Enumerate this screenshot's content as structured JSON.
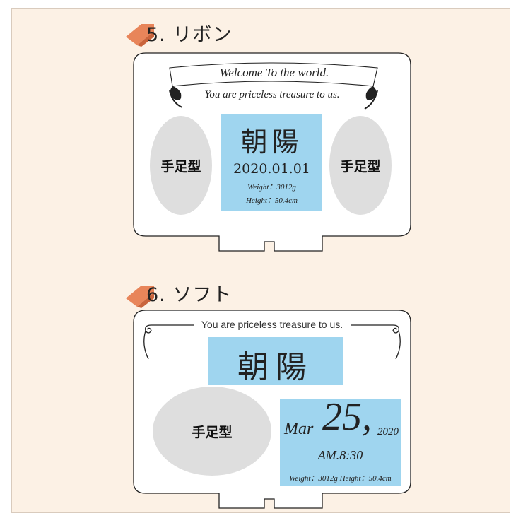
{
  "sections": [
    {
      "heading": "5. リボン",
      "banner_title": "Welcome To the world.",
      "banner_subtitle": "You are priceless treasure to us.",
      "left_oval": "手足型",
      "right_oval": "手足型",
      "name": "朝陽",
      "date": "2020.01.01",
      "weight": "Weight：3012g",
      "height": "Height：50.4cm"
    },
    {
      "heading": "6. ソフト",
      "top_text": "You are priceless treasure to us.",
      "name": "朝陽",
      "oval": "手足型",
      "month": "Mar",
      "day": "25,",
      "year": "2020",
      "time": "AM.8:30",
      "weight_height": "Weight：3012g  Height：50.4cm"
    }
  ],
  "colors": {
    "background": "#fcf1e5",
    "tag": "#e8855a",
    "name_box": "#9fd5ef",
    "oval": "#dedede"
  }
}
